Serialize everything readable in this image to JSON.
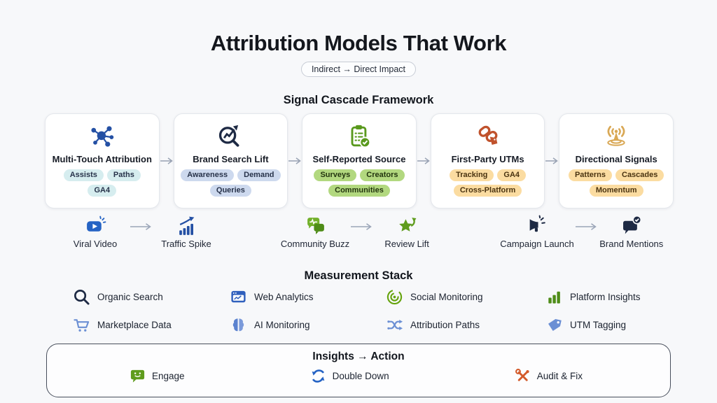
{
  "header": {
    "title": "Attribution Models That Work",
    "badge": "Indirect → Direct Impact"
  },
  "colors": {
    "background": "#f7f8fa",
    "navy": "#1e2a44",
    "blue": "#2563c4",
    "blue_dark": "#2450a4",
    "blue_light": "#6b8fd4",
    "green": "#5f9c1d",
    "green_dark": "#4e8c17",
    "orange_red": "#c0522c",
    "amber": "#d9a855",
    "pill_teal": "#d6edef",
    "pill_blue": "#cdd9ee",
    "pill_green": "#b2d87f",
    "pill_amber": "#fbdca1"
  },
  "cascade": {
    "heading": "Signal Cascade Framework",
    "cards": [
      {
        "title": "Multi-Touch Attribution",
        "icon": "network-nodes-icon",
        "icon_color": "#2450a4",
        "tag_color": "#d6edef",
        "tags": [
          "Assists",
          "Paths",
          "GA4"
        ]
      },
      {
        "title": "Brand Search Lift",
        "icon": "search-trend-icon",
        "icon_color": "#1e2a44",
        "tag_color": "#cdd9ee",
        "tags": [
          "Awareness",
          "Demand",
          "Queries"
        ]
      },
      {
        "title": "Self-Reported Source",
        "icon": "clipboard-check-icon",
        "icon_color": "#5f9c1d",
        "tag_color": "#b2d87f",
        "tags": [
          "Surveys",
          "Creators",
          "Communities"
        ]
      },
      {
        "title": "First-Party UTMs",
        "icon": "link-tag-icon",
        "icon_color": "#c0522c",
        "tag_color": "#fbdca1",
        "tags": [
          "Tracking",
          "GA4",
          "Cross-Platform"
        ]
      },
      {
        "title": "Directional Signals",
        "icon": "broadcast-icon",
        "icon_color": "#d9a855",
        "tag_color": "#fbdca1",
        "tags": [
          "Patterns",
          "Cascades",
          "Momentum"
        ]
      }
    ]
  },
  "flow": {
    "pairs": [
      {
        "from": {
          "label": "Viral Video",
          "icon": "play-video-icon",
          "color": "#2563c4"
        },
        "to": {
          "label": "Traffic Spike",
          "icon": "bar-growth-icon",
          "color": "#2450a4"
        }
      },
      {
        "from": {
          "label": "Community Buzz",
          "icon": "chat-buzz-icon",
          "color": "#5f9c1d"
        },
        "to": {
          "label": "Review Lift",
          "icon": "star-lift-icon",
          "color": "#5f9c1d"
        }
      },
      {
        "from": {
          "label": "Campaign Launch",
          "icon": "megaphone-icon",
          "color": "#1e2a44"
        },
        "to": {
          "label": "Brand Mentions",
          "icon": "mention-check-icon",
          "color": "#1e2a44"
        }
      }
    ]
  },
  "measurement": {
    "heading": "Measurement Stack",
    "items": [
      {
        "label": "Organic Search",
        "icon": "search-icon",
        "color": "#1e2a44"
      },
      {
        "label": "Web Analytics",
        "icon": "browser-chart-icon",
        "color": "#3060bd"
      },
      {
        "label": "Social Monitoring",
        "icon": "radar-icon",
        "color": "#65a30d"
      },
      {
        "label": "Platform Insights",
        "icon": "bar-chart-icon",
        "color": "#4e8c17"
      },
      {
        "label": "Marketplace Data",
        "icon": "cart-icon",
        "color": "#6b8fd4"
      },
      {
        "label": "AI Monitoring",
        "icon": "brain-icon",
        "color": "#6b8fd4"
      },
      {
        "label": "Attribution Paths",
        "icon": "split-path-icon",
        "color": "#6b8fd4"
      },
      {
        "label": "UTM Tagging",
        "icon": "tag-icon",
        "color": "#6b8fd4"
      }
    ]
  },
  "insights": {
    "heading": "Insights → Action",
    "items": [
      {
        "label": "Engage",
        "icon": "smiley-chat-icon",
        "color": "#5f9c1d"
      },
      {
        "label": "Double Down",
        "icon": "refresh-icon",
        "color": "#2563c4"
      },
      {
        "label": "Audit & Fix",
        "icon": "tools-icon",
        "color": "#d35a2a"
      }
    ]
  }
}
